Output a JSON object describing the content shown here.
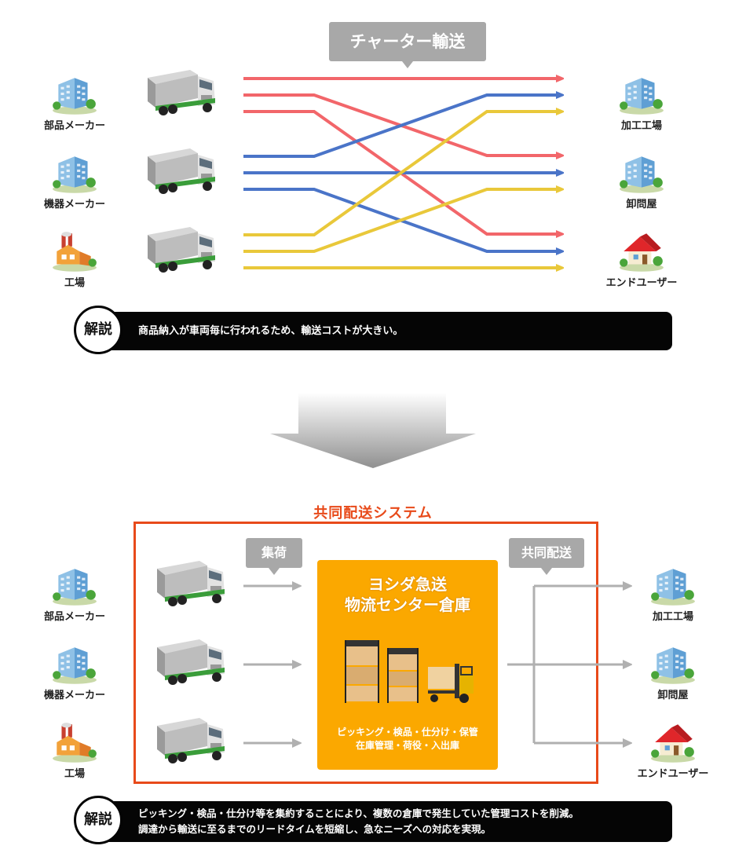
{
  "top": {
    "charter_label": "チャーター輸送",
    "sources": [
      "部品メーカー",
      "機器メーカー",
      "工場"
    ],
    "destinations": [
      "加工工場",
      "卸問屋",
      "エンドユーザー"
    ],
    "explanation_badge": "解説",
    "explanation_lines": [
      "商品納入が車両毎に行われるため、輸送コストが大きい。"
    ]
  },
  "bottom": {
    "system_title": "共同配送システム",
    "collect_label": "集荷",
    "joint_label": "共同配送",
    "center_title_lines": [
      "ヨシダ急送",
      "物流センター倉庫"
    ],
    "center_services_lines": [
      "ピッキング・検品・仕分け・保管",
      "在庫管理・荷役・入出庫"
    ],
    "sources": [
      "部品メーカー",
      "機器メーカー",
      "工場"
    ],
    "destinations": [
      "加工工場",
      "卸問屋",
      "エンドユーザー"
    ],
    "explanation_badge": "解説",
    "explanation_lines": [
      "ピッキング・検品・仕分け等を集約することにより、複数の倉庫で発生していた管理コストを削減。",
      "調達から輸送に至るまでのリードタイムを短縮し、急なニーズへの対応を実現。"
    ]
  },
  "colors": {
    "red": "#f2666a",
    "blue": "#4a74c8",
    "yellow": "#e9c83a",
    "gray_arrow": "#b0b0b0",
    "accent": "#e84a1a",
    "center": "#fba800"
  },
  "icons": {
    "office": "office-building-icon",
    "factory": "factory-icon",
    "house": "house-icon",
    "truck": "truck-icon",
    "warehouse": "warehouse-pallets-icon"
  }
}
